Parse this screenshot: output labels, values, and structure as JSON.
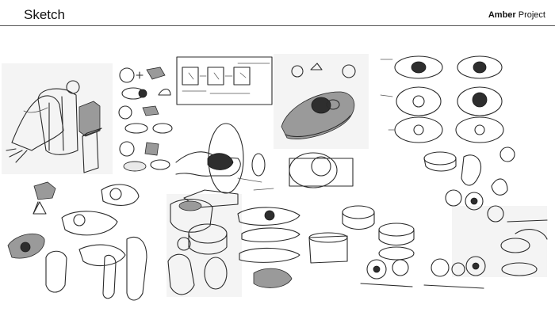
{
  "header": {
    "title": "Sketch",
    "project_brand": "Amber",
    "project_word": "Project"
  },
  "colors": {
    "background": "#ffffff",
    "ink": "#2b2b2b",
    "rule": "#555555"
  }
}
